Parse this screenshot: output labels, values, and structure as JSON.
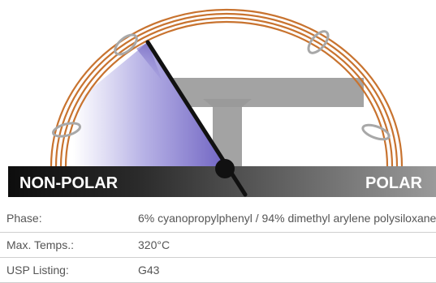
{
  "polarity_scale": {
    "left_label": "NON-POLAR",
    "right_label": "POLAR",
    "colors": {
      "coil": "#c8732f",
      "ring": "#a8a8a8",
      "t_bar": "#a3a3a3",
      "wedge": "#7b6fc8",
      "needle": "#111111",
      "bar_dark": "#111111",
      "bar_light": "#8a8a8a"
    }
  },
  "specs": [
    {
      "label": "Phase:",
      "value": "6% cyanopropylphenyl / 94% dimethyl arylene polysiloxane"
    },
    {
      "label": "Max. Temps.:",
      "value": "320°C"
    },
    {
      "label": "USP Listing:",
      "value": "G43"
    }
  ]
}
